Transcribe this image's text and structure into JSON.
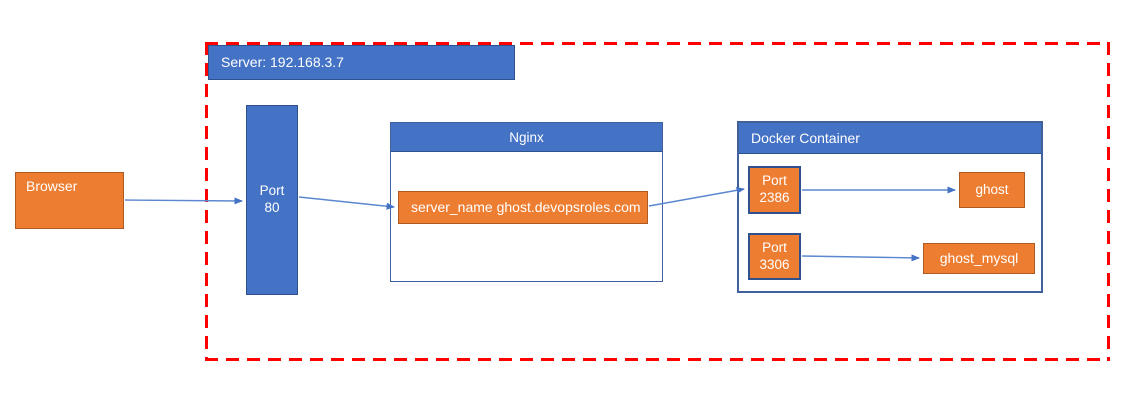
{
  "diagram": {
    "boundary": {
      "label": "Server: 192.168.3.7"
    },
    "nodes": {
      "browser": {
        "label": "Browser"
      },
      "port_80": {
        "lines": [
          "Port",
          "80"
        ]
      },
      "nginx": {
        "title": "Nginx",
        "server_name": "server_name ghost.devopsroles.com"
      },
      "docker": {
        "title": "Docker Container"
      },
      "port_2386": {
        "lines": [
          "Port",
          "2386"
        ]
      },
      "port_3306": {
        "lines": [
          "Port",
          "3306"
        ]
      },
      "ghost": {
        "label": "ghost"
      },
      "ghost_mysql": {
        "label": "ghost_mysql"
      }
    },
    "connections": [
      {
        "from": "browser",
        "to": "port_80"
      },
      {
        "from": "port_80",
        "to": "nginx_server_name"
      },
      {
        "from": "nginx_server_name",
        "to": "port_2386"
      },
      {
        "from": "port_2386",
        "to": "ghost"
      },
      {
        "from": "port_3306",
        "to": "ghost_mysql"
      }
    ],
    "colors": {
      "blue_fill": "#4472C4",
      "blue_border": "#2F528F",
      "orange_fill": "#ED7D31",
      "orange_border": "#AE5A21",
      "arrow_line": "#5B87D0",
      "arrow_head": "#4472C4",
      "boundary": "#FF0000"
    }
  }
}
